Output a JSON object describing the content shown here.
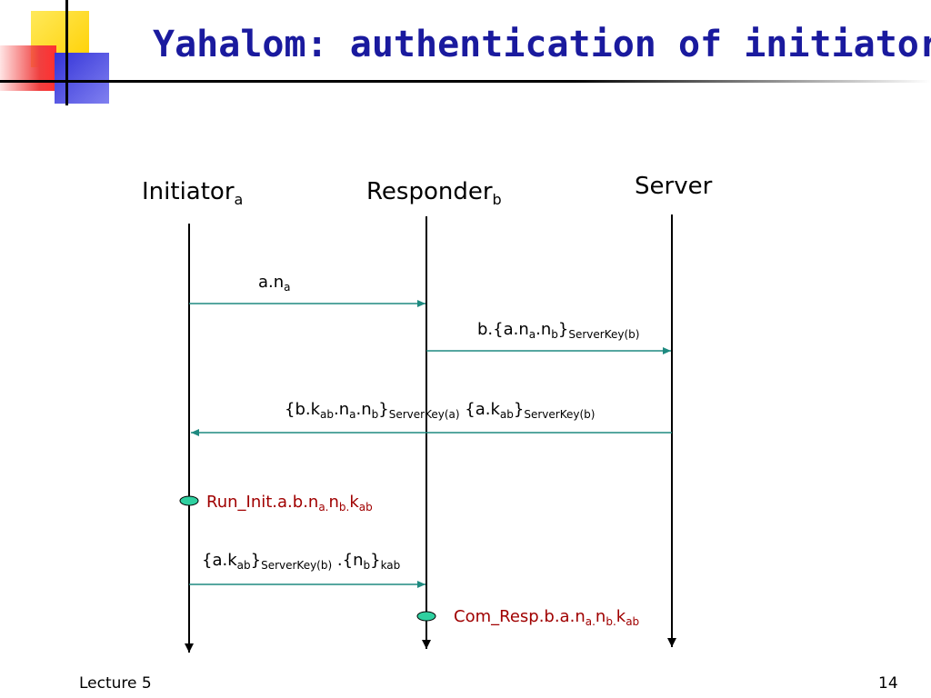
{
  "slide": {
    "title": "Yahalom: authentication of initiator",
    "footer_left": "Lecture 5",
    "footer_right": "14"
  },
  "actors": {
    "initiator": {
      "name": "Initiator",
      "sub": "a"
    },
    "responder": {
      "name": "Responder",
      "sub": "b"
    },
    "server": {
      "name": "Server"
    }
  },
  "messages": {
    "m1": {
      "t1": "a.n",
      "s1": "a"
    },
    "m2": {
      "t1": "b.{a.n",
      "s1": "a",
      "t2": ".n",
      "s2": "b",
      "t3": "}",
      "s3": "ServerKey(b)"
    },
    "m3": {
      "t1": "{b.k",
      "s1": "ab",
      "t2": ".n",
      "s2": "a",
      "t3": ".n",
      "s3": "b",
      "t4": "}",
      "s4": "ServerKey(a)",
      "t5": " {a.k",
      "s5": "ab",
      "t6": "}",
      "s6": "ServerKey(b)"
    },
    "m4": {
      "t1": "{a.k",
      "s1": "ab",
      "t2": "}",
      "s2": "ServerKey(b)",
      "t3": " .{n",
      "s3": "b",
      "t4": "}",
      "s4": "kab"
    }
  },
  "events": {
    "run_init": {
      "t1": "Run_Init.a.b.n",
      "s1": "a.",
      "t2": "n",
      "s2": "b.",
      "t3": "k",
      "s3": "ab"
    },
    "com_resp": {
      "t1": "Com_Resp.b.a.n",
      "s1": "a.",
      "t2": "n",
      "s2": "b.",
      "t3": "k",
      "s3": "ab"
    }
  },
  "colors": {
    "title": "#1a1a9e",
    "arrow": "#1e8a80",
    "event_text": "#a00000",
    "event_marker": "#2fd0a0"
  }
}
